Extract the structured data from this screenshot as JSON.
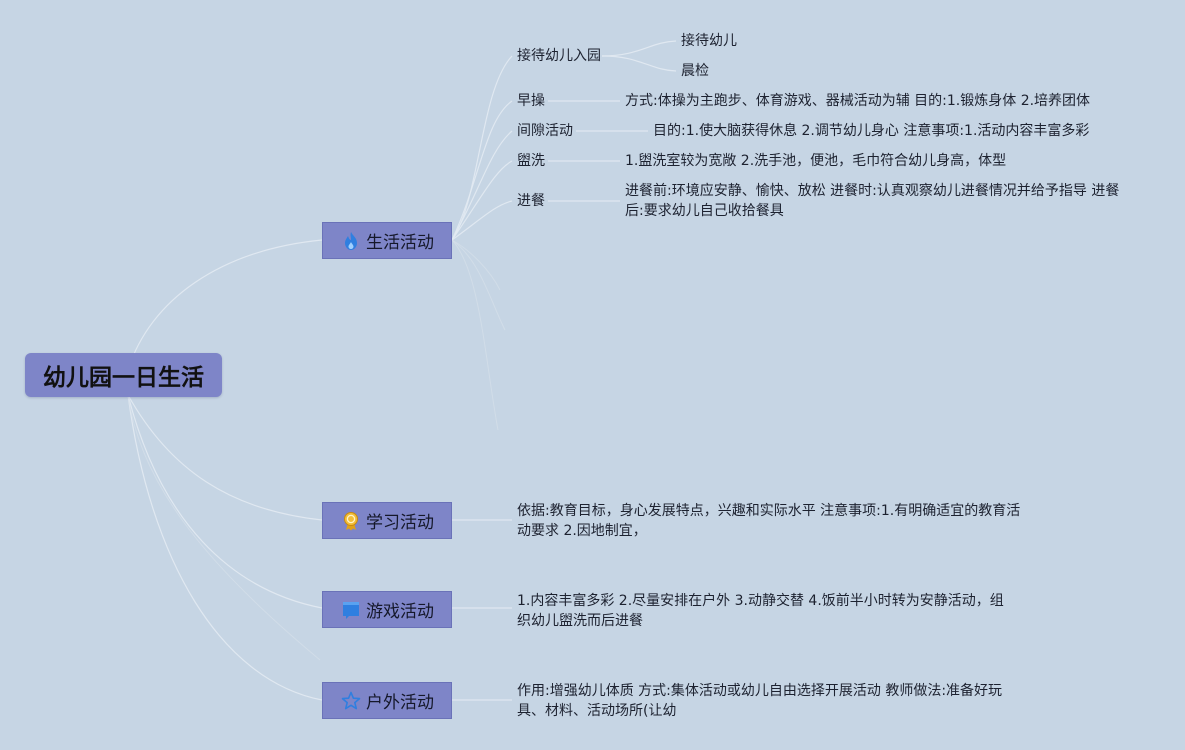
{
  "root": {
    "label": "幼儿园一日生活"
  },
  "branches": [
    {
      "label": "生活活动",
      "icon": "flame-icon",
      "children": [
        {
          "label": "接待幼儿入园",
          "children": [
            "接待幼儿",
            "晨检"
          ]
        },
        {
          "label": "早操",
          "detail": "方式:体操为主跑步、体育游戏、器械活动为辅 目的:1.锻炼身体 2.培养团体"
        },
        {
          "label": "间隙活动",
          "detail": "目的:1.使大脑获得休息 2.调节幼儿身心 注意事项:1.活动内容丰富多彩"
        },
        {
          "label": "盥洗",
          "detail": "1.盥洗室较为宽敞 2.洗手池，便池，毛巾符合幼儿身高，体型"
        },
        {
          "label": "进餐",
          "detail": "进餐前:环境应安静、愉快、放松 进餐时:认真观察幼儿进餐情况并给予指导 进餐后:要求幼儿自己收拾餐具"
        }
      ]
    },
    {
      "label": "学习活动",
      "icon": "medal-icon",
      "detail": "依据:教育目标，身心发展特点，兴趣和实际水平 注意事项:1.有明确适宜的教育活动要求 2.因地制宜，"
    },
    {
      "label": "游戏活动",
      "icon": "flag-icon",
      "detail": "1.内容丰富多彩 2.尽量安排在户外 3.动静交替 4.饭前半小时转为安静活动，组织幼儿盥洗而后进餐"
    },
    {
      "label": "户外活动",
      "icon": "star-icon",
      "detail": "作用:增强幼儿体质 方式:集体活动或幼儿自由选择开展活动 教师做法:准备好玩具、材料、活动场所(让幼"
    }
  ],
  "colors": {
    "background": "#c6d5e4",
    "node_fill": "#7e85c8",
    "connector": "#e2eaf2",
    "flame": "#2f7fe0",
    "medal": "#e0a21a",
    "flag": "#2f7fe0",
    "star": "#2f7fe0"
  }
}
